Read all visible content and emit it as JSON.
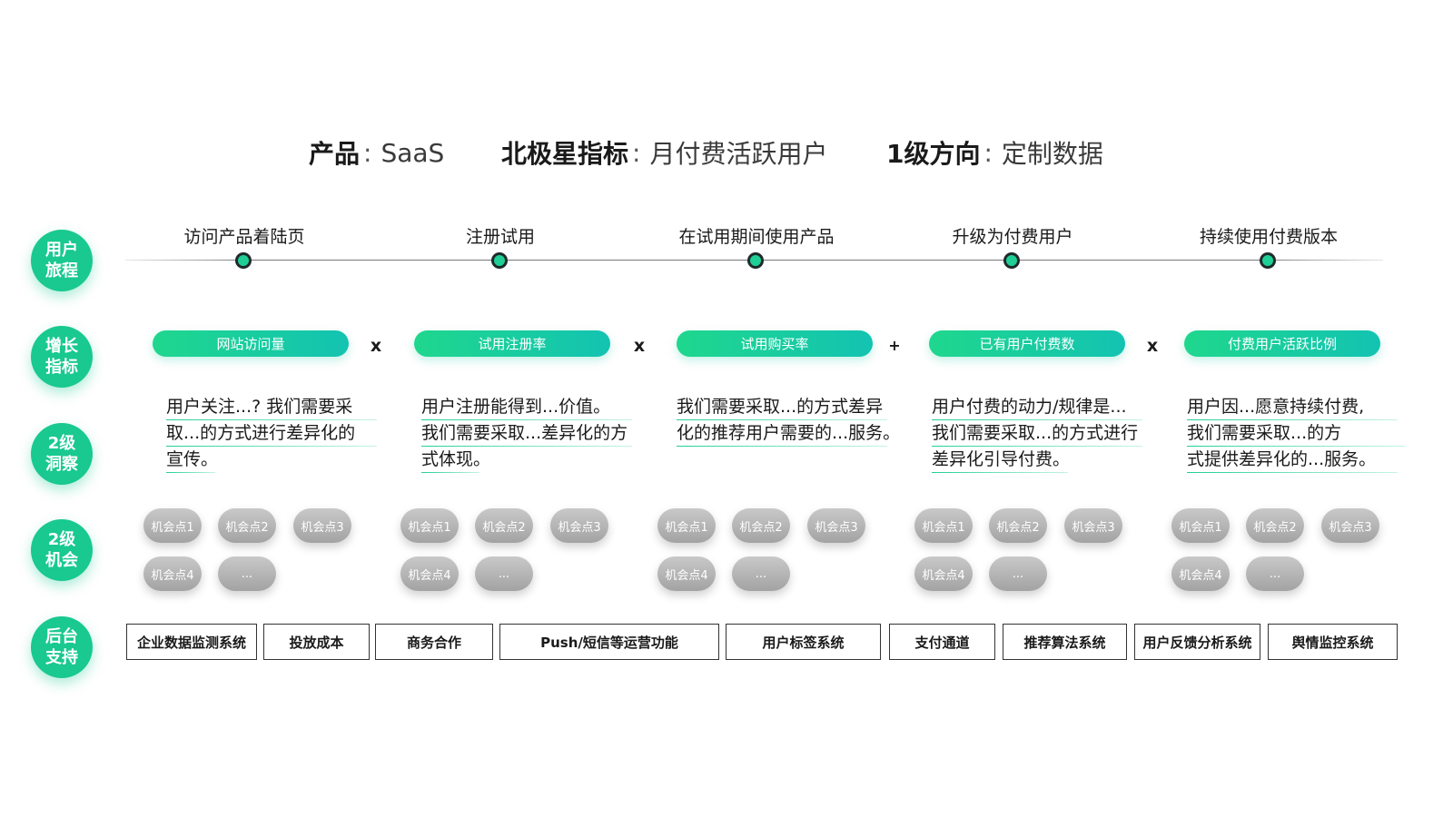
{
  "header": {
    "product_label": "产品",
    "product_value": "SaaS",
    "north_star_label": "北极星指标",
    "north_star_value": "月付费活跃用户",
    "direction_label": "1级方向",
    "direction_value": "定制数据",
    "colon": ":"
  },
  "rows": {
    "journey": "用户旅程",
    "metrics": "增长指标",
    "insights": "2级洞察",
    "opportunities": "2级机会",
    "backend": "后台支持"
  },
  "stages": [
    "访问产品着陆页",
    "注册试用",
    "在试用期间使用产品",
    "升级为付费用户",
    "持续使用付费版本"
  ],
  "metrics": [
    "网站访问量",
    "试用注册率",
    "试用购买率",
    "已有用户付费数",
    "付费用户活跃比例"
  ],
  "operators": [
    "x",
    "x",
    "+",
    "x"
  ],
  "insights": [
    [
      "用户关注...? 我们需要采",
      "取...的方式进行差异化的",
      "宣传。"
    ],
    [
      "用户注册能得到...价值。",
      "我们需要采取...差异化的方",
      "式体现。"
    ],
    [
      "我们需要采取...的方式差异",
      "化的推荐用户需要的...服务。"
    ],
    [
      "用户付费的动力/规律是...",
      "我们需要采取...的方式进行",
      "差异化引导付费。"
    ],
    [
      "用户因...愿意持续付费,",
      "我们需要采取...的方",
      "式提供差异化的...服务。"
    ]
  ],
  "opportunities": [
    "机会点1",
    "机会点2",
    "机会点3",
    "机会点4",
    "..."
  ],
  "systems": [
    "企业数据监测系统",
    "投放成本",
    "商务合作",
    "Push/短信等运营功能",
    "用户标签系统",
    "支付通道",
    "推荐算法系统",
    "用户反馈分析系统",
    "舆情监控系统"
  ],
  "colors": {
    "accent": "#19c98f",
    "accent_end": "#13c3b2",
    "opportunity_gray": "#b5b5b5",
    "border": "#333333"
  }
}
